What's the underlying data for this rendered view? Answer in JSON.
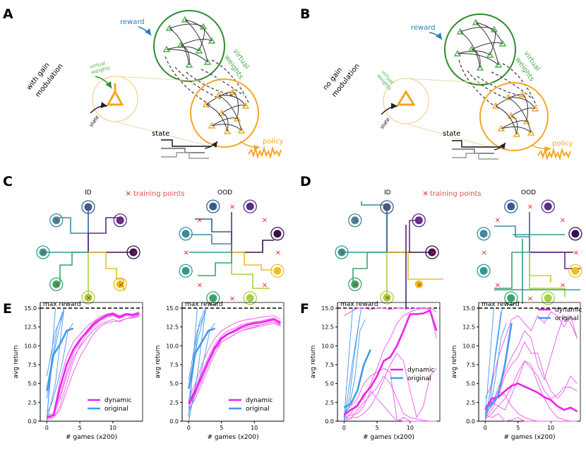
{
  "panels": {
    "A": {
      "letter": "A",
      "side_label": "with gain\nmodulation",
      "reward": "reward",
      "virtual_weights": "virtual\nweights",
      "small_weights": "virtual\nweights",
      "state_small": "state",
      "state": "state",
      "policy": "policy"
    },
    "B": {
      "letter": "B",
      "side_label": "no gain\nmodulation",
      "reward": "reward",
      "virtual_weights": "virtual\nweights",
      "small_weights": "virtual\nweights",
      "state_small": "state",
      "state": "state",
      "policy": "policy"
    },
    "C": {
      "letter": "C",
      "id_title": "ID",
      "ood_title": "OOD",
      "training_points": "training points"
    },
    "D": {
      "letter": "D",
      "id_title": "ID",
      "ood_title": "OOD",
      "training_points": "training points"
    },
    "E": {
      "letter": "E"
    },
    "F": {
      "letter": "F"
    }
  },
  "colors": {
    "gain": "#f5a623",
    "network": "#2e8b2e",
    "reward": "#2a7fb8",
    "dynamic": "#ee22ee",
    "original": "#4499ee",
    "cross": "#e02020"
  },
  "chart_data": [
    {
      "id": "E-ID",
      "type": "line",
      "xlabel": "# games (x200)",
      "ylabel": "avg return",
      "ylim": [
        0,
        15
      ],
      "xlim": [
        -1,
        14.5
      ],
      "yticks": [
        "0.0",
        "2.5",
        "5.0",
        "7.5",
        "10.0",
        "12.5",
        "15.0"
      ],
      "xticks": [
        "0",
        "5",
        "10"
      ],
      "hline": {
        "y": 15,
        "label": "max reward"
      },
      "legend": {
        "placement": "lower-right",
        "entries": [
          "dynamic",
          "original"
        ]
      },
      "series": [
        {
          "name": "dynamic",
          "x": [
            0,
            1,
            2,
            3,
            4,
            5,
            6,
            7,
            8,
            9,
            10,
            11,
            12,
            13,
            14
          ],
          "values": [
            0.5,
            0.8,
            4.5,
            7.5,
            9.5,
            10.8,
            11.8,
            12.8,
            13.5,
            14.0,
            14.2,
            13.8,
            14.2,
            14.1,
            14.3
          ]
        },
        {
          "name": "original",
          "x": [
            0,
            1,
            2,
            3,
            4
          ],
          "values": [
            4.0,
            8.8,
            10.2,
            12.0,
            12.3
          ]
        }
      ],
      "thin_dynamic": [
        [
          0.2,
          0.5,
          2.0,
          5.0,
          8.0,
          10.0,
          11.5,
          12.5,
          13.3,
          13.8,
          14.0,
          13.6,
          14.0,
          13.9,
          14.1
        ],
        [
          0.8,
          1.0,
          3.5,
          6.5,
          9.0,
          10.5,
          12.0,
          13.0,
          13.8,
          14.2,
          14.3,
          13.9,
          14.3,
          14.0,
          14.4
        ],
        [
          0.5,
          0.5,
          1.5,
          4.0,
          6.5,
          8.5,
          10.0,
          11.5,
          12.5,
          13.0,
          13.2,
          13.3,
          13.6,
          13.8,
          14.0
        ],
        [
          0.3,
          0.9,
          5.5,
          8.5,
          10.5,
          11.5,
          12.5,
          13.2,
          13.8,
          14.2,
          14.4,
          14.0,
          14.3,
          14.2,
          14.5
        ],
        [
          0.6,
          0.7,
          3.0,
          6.0,
          8.5,
          9.8,
          11.0,
          12.0,
          12.8,
          13.2,
          13.5,
          13.2,
          13.6,
          13.7,
          13.9
        ]
      ],
      "thin_original": [
        [
          0.3,
          15.0
        ],
        [
          0.0,
          5.0,
          15.0
        ],
        [
          0.5,
          8.0,
          12.5,
          14.5
        ],
        [
          1.0,
          2.5,
          5.0,
          8.0,
          12.0,
          13.0
        ],
        [
          6.0,
          12.0,
          14.5
        ],
        [
          3.0,
          10.0,
          15.0
        ]
      ]
    },
    {
      "id": "E-OOD",
      "type": "line",
      "xlabel": "# games (x200)",
      "ylabel": "avg return",
      "ylim": [
        0,
        15
      ],
      "xlim": [
        -1,
        14.5
      ],
      "yticks": [
        "0.0",
        "2.5",
        "5.0",
        "7.5",
        "10.0",
        "12.5",
        "15.0"
      ],
      "xticks": [
        "0",
        "5",
        "10"
      ],
      "hline": {
        "y": 15,
        "label": "max reward"
      },
      "legend": {
        "placement": "lower-right",
        "entries": [
          "dynamic",
          "original"
        ]
      },
      "series": [
        {
          "name": "dynamic",
          "x": [
            0,
            1,
            2,
            3,
            4,
            5,
            6,
            7,
            8,
            9,
            10,
            11,
            12,
            13,
            14
          ],
          "values": [
            2.3,
            4.0,
            6.0,
            8.0,
            9.8,
            11.0,
            11.6,
            12.0,
            12.5,
            12.8,
            13.0,
            13.1,
            13.3,
            13.5,
            13.0
          ]
        },
        {
          "name": "original",
          "x": [
            0,
            1,
            2,
            3,
            4
          ],
          "values": [
            4.3,
            9.0,
            10.5,
            12.0,
            12.3
          ]
        }
      ],
      "thin_dynamic": [
        [
          1.5,
          3.0,
          5.0,
          7.0,
          9.0,
          10.5,
          11.0,
          11.5,
          12.0,
          12.3,
          12.5,
          12.8,
          13.0,
          13.2,
          12.8
        ],
        [
          3.0,
          5.0,
          7.5,
          9.5,
          11.0,
          12.0,
          12.5,
          13.0,
          13.3,
          13.5,
          13.6,
          13.8,
          13.9,
          14.0,
          13.5
        ],
        [
          2.0,
          3.5,
          5.5,
          7.5,
          9.5,
          10.8,
          11.5,
          11.8,
          12.3,
          12.5,
          12.7,
          12.8,
          13.0,
          13.2,
          12.7
        ],
        [
          2.5,
          4.5,
          6.5,
          8.5,
          10.2,
          11.3,
          12.0,
          12.3,
          12.8,
          13.0,
          13.2,
          13.3,
          13.5,
          13.7,
          13.2
        ],
        [
          1.8,
          3.8,
          6.0,
          8.0,
          9.5,
          10.5,
          11.0,
          11.5,
          12.0,
          12.2,
          12.4,
          12.6,
          12.8,
          13.0,
          12.6
        ]
      ],
      "thin_original": [
        [
          0.5,
          15.0
        ],
        [
          0.0,
          6.0,
          15.0
        ],
        [
          0.8,
          8.5,
          13.0,
          14.8
        ],
        [
          1.2,
          3.0,
          5.5,
          8.5,
          12.0,
          13.0
        ],
        [
          5.5,
          12.0,
          14.5
        ],
        [
          2.5,
          10.5,
          15.0
        ]
      ]
    },
    {
      "id": "F-ID",
      "type": "line",
      "xlabel": "# games (x200)",
      "ylabel": "avg return",
      "ylim": [
        0,
        15
      ],
      "xlim": [
        -1,
        14.5
      ],
      "yticks": [
        "0.0",
        "2.5",
        "5.0",
        "7.5",
        "10.0",
        "12.5",
        "15.0"
      ],
      "xticks": [
        "0",
        "5",
        "10"
      ],
      "hline": {
        "y": 15,
        "label": "max reward"
      },
      "legend": {
        "placement": "center-right",
        "entries": [
          "dynamic",
          "original"
        ]
      },
      "series": [
        {
          "name": "dynamic",
          "x": [
            0,
            1,
            2,
            3,
            4,
            5,
            6,
            7,
            8,
            9,
            10,
            11,
            12,
            13,
            14
          ],
          "values": [
            0.8,
            1.5,
            2.0,
            3.5,
            4.5,
            6.0,
            8.0,
            8.5,
            10.0,
            12.0,
            14.2,
            14.2,
            14.3,
            14.7,
            12.0
          ]
        },
        {
          "name": "original",
          "x": [
            0,
            1,
            2,
            3,
            4
          ],
          "values": [
            1.8,
            2.3,
            4.0,
            7.5,
            9.5
          ]
        }
      ],
      "thin_dynamic": [
        [
          14.0,
          14.5,
          15.0,
          15.0,
          14.8,
          15.0,
          15.0,
          14.8,
          15.0,
          15.0,
          14.9,
          15.0,
          15.0,
          14.8,
          11.0
        ],
        [
          0.2,
          1.0,
          2.5,
          3.0,
          5.0,
          7.0,
          9.5,
          11.0,
          13.0,
          14.0,
          14.5,
          14.8,
          15.0,
          15.0,
          14.5
        ],
        [
          0.5,
          0.8,
          1.0,
          2.0,
          4.0,
          3.0,
          2.0,
          1.0,
          0.0,
          0.5,
          0.0,
          0.0,
          0.0,
          0.0,
          0.0
        ],
        [
          1.0,
          2.0,
          3.0,
          5.0,
          6.0,
          6.5,
          7.0,
          6.5,
          0.2,
          0.0,
          0.0,
          0.0,
          0.0,
          0.0,
          0.0
        ],
        [
          0.3,
          0.5,
          0.5,
          1.0,
          2.0,
          3.5,
          5.5,
          7.5,
          9.0,
          8.0,
          4.0,
          0.5,
          2.0,
          6.0,
          7.0
        ],
        [
          0.1,
          0.3,
          1.5,
          2.5,
          3.5,
          4.5,
          6.0,
          5.0,
          3.0,
          1.0,
          0.5,
          0.3,
          0.1,
          0.0,
          0.0
        ]
      ],
      "thin_original": [
        [
          0.5,
          15.0
        ],
        [
          0.0,
          8.0,
          15.0
        ],
        [
          0.2,
          3.0,
          9.0,
          14.0
        ],
        [
          0.5,
          2.0,
          5.5,
          12.0,
          13.5
        ]
      ]
    },
    {
      "id": "F-OOD",
      "type": "line",
      "xlabel": "# games (x200)",
      "ylabel": "avg return",
      "ylim": [
        0,
        15
      ],
      "xlim": [
        -1,
        14.5
      ],
      "yticks": [
        "0.0",
        "2.5",
        "5.0",
        "7.5",
        "10.0",
        "12.5",
        "15.0"
      ],
      "xticks": [
        "0",
        "5",
        "10"
      ],
      "hline": {
        "y": 15,
        "label": "max reward"
      },
      "legend": {
        "placement": "top-right",
        "entries": [
          "dynamic",
          "original"
        ]
      },
      "series": [
        {
          "name": "dynamic",
          "x": [
            0,
            1,
            2,
            3,
            4,
            5,
            6,
            7,
            8,
            9,
            10,
            11,
            12,
            13,
            14
          ],
          "values": [
            1.5,
            3.0,
            3.2,
            4.0,
            4.7,
            5.0,
            4.6,
            4.2,
            3.8,
            3.2,
            2.8,
            2.0,
            1.5,
            1.8,
            1.3
          ]
        },
        {
          "name": "original",
          "x": [
            0,
            1,
            2,
            3,
            4
          ],
          "values": [
            1.8,
            2.2,
            3.5,
            7.5,
            13.0
          ]
        }
      ],
      "thin_dynamic": [
        [
          3.0,
          5.0,
          8.5,
          11.0,
          13.5,
          14.0,
          13.0,
          12.0,
          14.0,
          13.0,
          14.5,
          14.0,
          12.5,
          14.0,
          11.0
        ],
        [
          1.0,
          2.0,
          4.5,
          6.5,
          8.5,
          10.0,
          12.0,
          11.0,
          7.5,
          5.5,
          8.5,
          11.5,
          14.0,
          13.0,
          11.0
        ],
        [
          0.5,
          1.5,
          3.5,
          6.0,
          7.5,
          8.5,
          10.5,
          9.0,
          9.0,
          6.0,
          4.0,
          3.0,
          4.0,
          6.0,
          5.0
        ],
        [
          2.0,
          2.5,
          2.0,
          1.5,
          3.5,
          5.5,
          8.0,
          7.0,
          6.0,
          4.0,
          3.0,
          3.5,
          4.5,
          4.5,
          4.0
        ],
        [
          0.8,
          0.5,
          1.0,
          0.0,
          0.2,
          0.5,
          0.0,
          0.0,
          0.0,
          0.0,
          0.0,
          0.0,
          0.0,
          0.0,
          0.0
        ],
        [
          1.2,
          2.5,
          4.0,
          3.5,
          2.0,
          1.0,
          0.5,
          0.2,
          0.0,
          0.0,
          0.0,
          0.0,
          0.0,
          0.0,
          0.0
        ],
        [
          0.3,
          1.0,
          2.0,
          3.0,
          4.5,
          6.5,
          8.0,
          7.5,
          5.0,
          3.0,
          1.5,
          0.5,
          0.2,
          0.0,
          0.0
        ]
      ],
      "thin_original": [
        [
          0.5,
          15.0
        ],
        [
          0.0,
          7.0,
          15.0
        ],
        [
          0.3,
          3.0,
          9.5,
          14.5
        ],
        [
          0.5,
          2.0,
          6.0,
          11.0,
          13.0
        ]
      ]
    }
  ]
}
